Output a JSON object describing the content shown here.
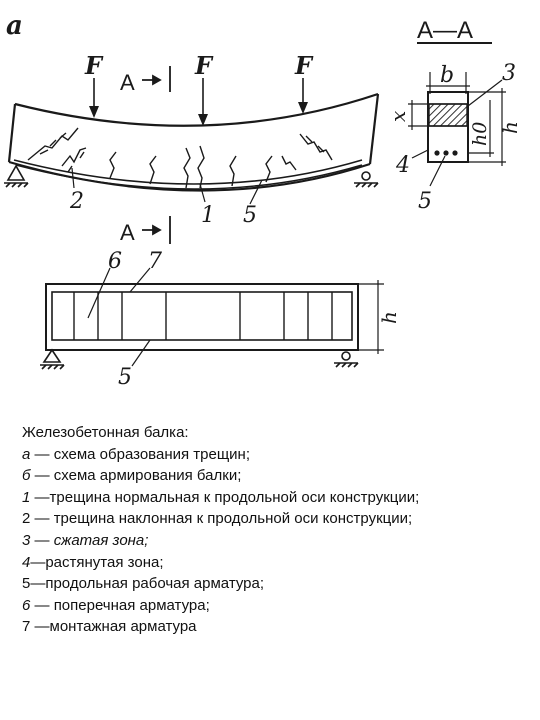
{
  "figure": {
    "panel_a_label": "а",
    "force_label": "F",
    "section_mark": "А",
    "section_title": "А—А",
    "width_label": "b",
    "height_label": "h",
    "effective_depth_label": "h0",
    "compression_height_label": "x",
    "callouts": {
      "one": "1",
      "two": "2",
      "three": "3",
      "four": "4",
      "five": "5",
      "six": "6",
      "seven": "7"
    }
  },
  "caption": {
    "title": "Железобетонная балка:",
    "items": [
      {
        "key": "а",
        "sep": " — ",
        "text": "схема образования трещин;"
      },
      {
        "key": "б",
        "sep": " — ",
        "text": "схема армирования балки;"
      },
      {
        "key": "1",
        "sep": " —",
        "text": "трещина нормальная к продольной оси конструкции;"
      },
      {
        "key": "2",
        "sep": " — ",
        "text": "трещина наклонная к продольной оси конструкции;"
      },
      {
        "key": "3",
        "sep": " — ",
        "text": "сжатая зона;"
      },
      {
        "key": "4",
        "sep": "—",
        "text": "растянутая зона;"
      },
      {
        "key": "5",
        "sep": "—",
        "text": "продольная рабочая арматура;"
      },
      {
        "key": "6",
        "sep": " — ",
        "text": "поперечная арматура;"
      },
      {
        "key": "7",
        "sep": " —",
        "text": "монтажная арматура"
      }
    ]
  },
  "colors": {
    "ink": "#1a1a1a",
    "hatch": "#333333",
    "background": "#ffffff"
  }
}
